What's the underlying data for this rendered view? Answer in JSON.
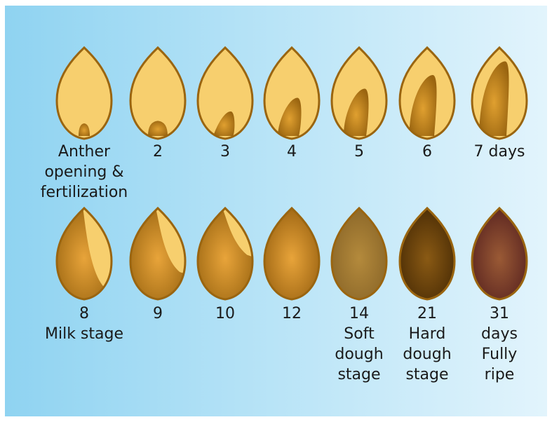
{
  "title": "",
  "rows": [
    {
      "stages": [
        {
          "label": "Anther\nopening &\nfertilization",
          "fill": "#f7cf6e",
          "core": "#e0a030",
          "dark": "#9a6510",
          "stage": "early",
          "level": 0.08
        },
        {
          "label": "2",
          "fill": "#f7cf6e",
          "core": "#e0a030",
          "dark": "#9a6510",
          "stage": "early",
          "level": 0.14
        },
        {
          "label": "3",
          "fill": "#f7cf6e",
          "core": "#e0a030",
          "dark": "#9a6510",
          "stage": "early",
          "level": 0.3
        },
        {
          "label": "4",
          "fill": "#f7cf6e",
          "core": "#e0a030",
          "dark": "#9a6510",
          "stage": "early",
          "level": 0.45
        },
        {
          "label": "5",
          "fill": "#f7cf6e",
          "core": "#e0a030",
          "dark": "#9a6510",
          "stage": "early",
          "level": 0.55
        },
        {
          "label": "6",
          "fill": "#f7cf6e",
          "core": "#e0a030",
          "dark": "#9a6510",
          "stage": "early",
          "level": 0.7
        },
        {
          "label": "7 days",
          "fill": "#f7cf6e",
          "core": "#e0a030",
          "dark": "#9a6510",
          "stage": "early",
          "level": 0.85
        }
      ]
    },
    {
      "stages": [
        {
          "label": "8\nMilk stage",
          "fill": "#f7cf6e",
          "core": "#e8a43a",
          "dark": "#a06a14",
          "stage": "milk",
          "level": 0.55
        },
        {
          "label": "9",
          "fill": "#f7cf6e",
          "core": "#e8a43a",
          "dark": "#a06a14",
          "stage": "milk",
          "level": 0.4
        },
        {
          "label": "10",
          "fill": "#f7cf6e",
          "core": "#e8a43a",
          "dark": "#a06a14",
          "stage": "milk",
          "level": 0.25
        },
        {
          "label": "12",
          "fill": "#e9a43a",
          "core": "#e8a43a",
          "dark": "#9c6412",
          "stage": "full",
          "level": 1.0
        },
        {
          "label": "14\nSoft\ndough\nstage",
          "fill": "#b48a3c",
          "core": "#b48a3c",
          "dark": "#8a6628",
          "stage": "full",
          "level": 1.0
        },
        {
          "label": "21\nHard\ndough\nstage",
          "fill": "#8a5a14",
          "core": "#8a5a14",
          "dark": "#4a2c05",
          "stage": "full",
          "level": 1.0
        },
        {
          "label": "31\ndays\nFully\nripe",
          "fill": "#6a2c22",
          "core": "#9a5a35",
          "dark": "#5a2420",
          "stage": "full",
          "level": 1.0
        }
      ]
    }
  ]
}
